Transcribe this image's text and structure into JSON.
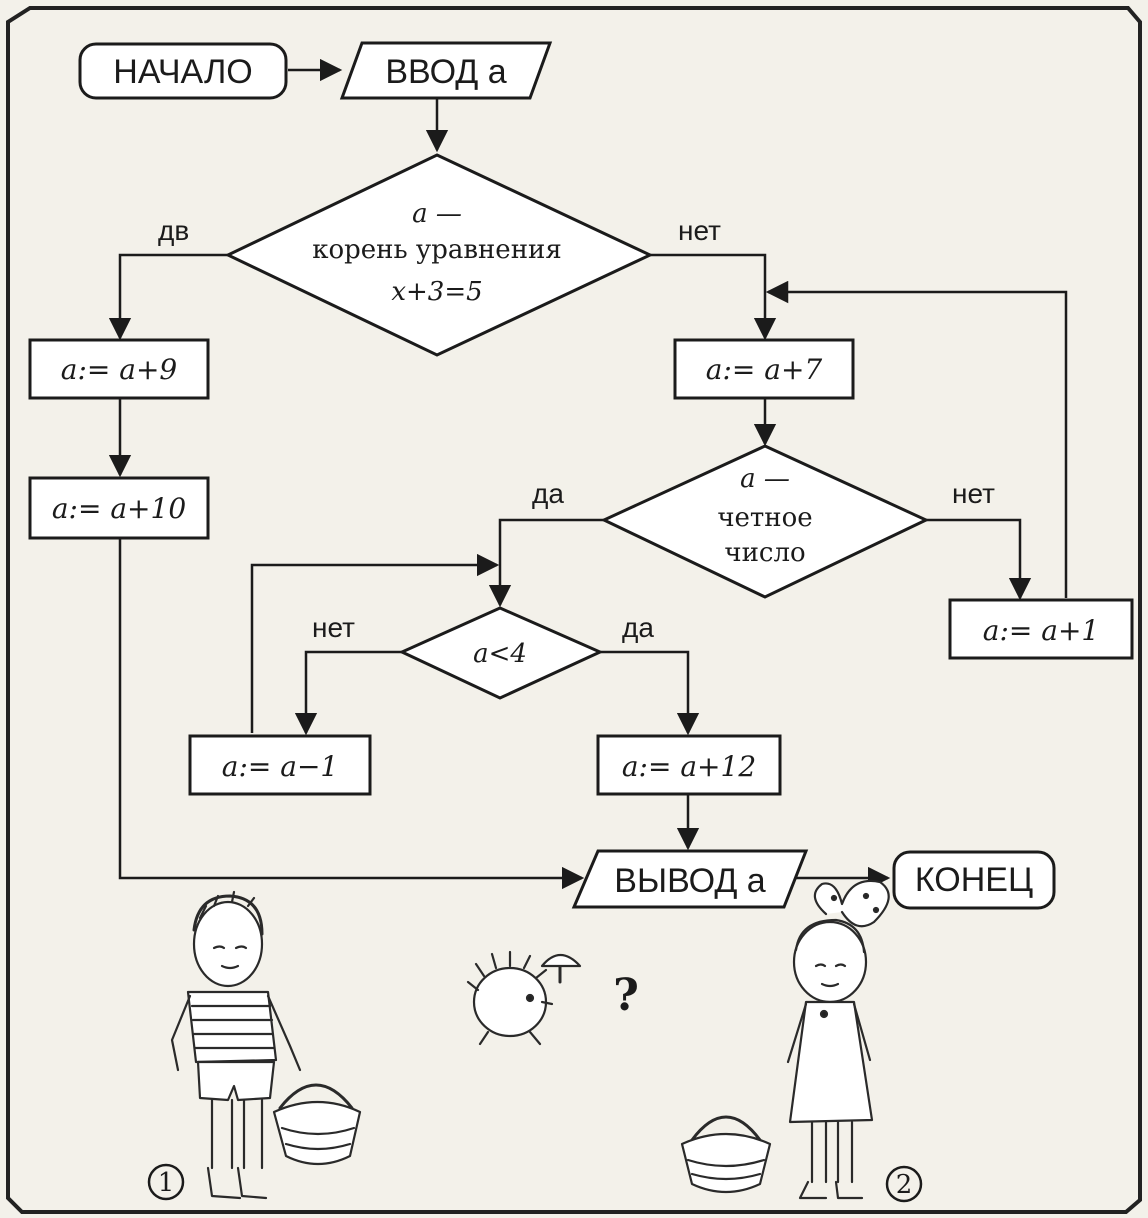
{
  "blocks": {
    "start": "НАЧАЛО",
    "input": "ВВОД a",
    "decision1": [
      "a —",
      "корень уравнения",
      "x+3=5"
    ],
    "assign_plus9": "a:= a+9",
    "assign_plus10": "a:= a+10",
    "assign_plus7": "a:= a+7",
    "decision2": [
      "a —",
      "четное",
      "число"
    ],
    "assign_plus1": "a:= a+1",
    "decision3": "a<4",
    "assign_minus1": "a:= a−1",
    "assign_plus12": "a:= a+12",
    "output": "ВЫВОД a",
    "end": "КОНЕЦ"
  },
  "branch_labels": {
    "d1_yes": "дв",
    "d1_no": "нет",
    "d2_yes": "да",
    "d2_no": "нет",
    "d3_no": "нет",
    "d3_yes": "да"
  },
  "illustration": {
    "question_mark": "?",
    "child1_number": "1",
    "child2_number": "2",
    "figures": [
      "boy-with-basket",
      "hedgehog-with-mushroom",
      "basket",
      "girl-with-bow"
    ]
  }
}
